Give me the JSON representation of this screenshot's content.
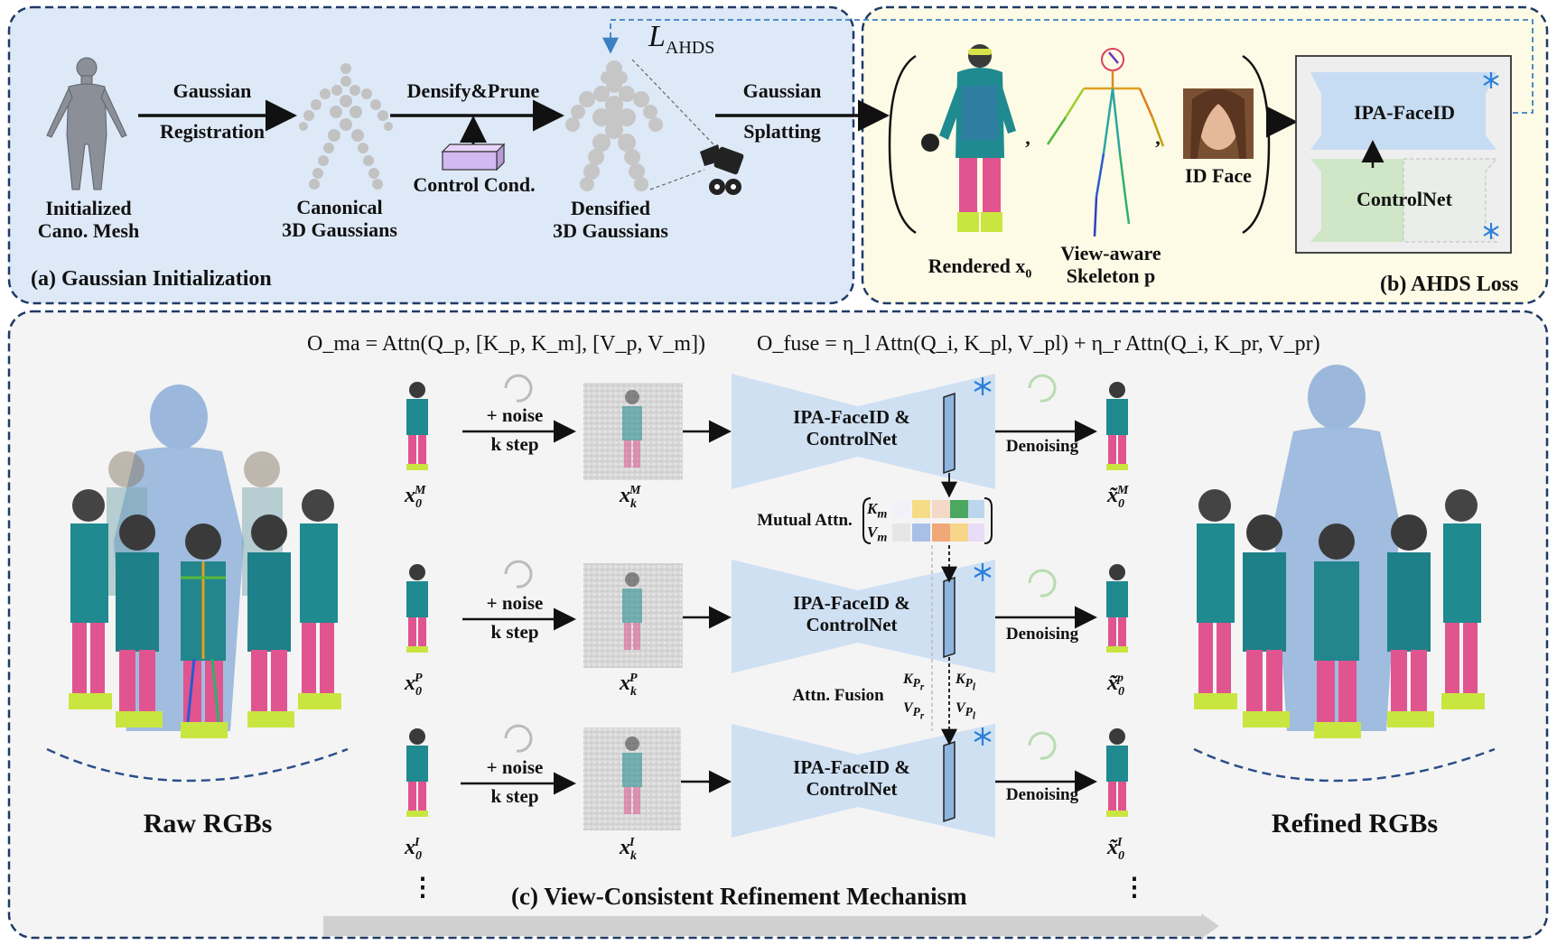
{
  "panel_a": {
    "title": "(a) Gaussian Initialization",
    "mesh_label_1": "Initialized",
    "mesh_label_2": "Cano. Mesh",
    "arrow1_top": "Gaussian",
    "arrow1_bottom": "Registration",
    "canonical_label_1": "Canonical",
    "canonical_label_2": "3D Gaussians",
    "arrow2_top": "Densify&Prune",
    "control_label": "Control Cond.",
    "densified_label_1": "Densified",
    "densified_label_2": "3D Gaussians",
    "loss_symbol": "L",
    "loss_subscript": "AHDS",
    "arrow3_top": "Gaussian",
    "arrow3_bottom": "Splatting"
  },
  "panel_b": {
    "title": "(b) AHDS Loss",
    "rendered_label": "Rendered x",
    "rendered_sub": "0",
    "skeleton_label_1": "View-aware",
    "skeleton_label_2": "Skeleton p",
    "id_face_label": "ID Face",
    "ipa_label": "IPA-FaceID",
    "controlnet_label": "ControlNet",
    "comma": ","
  },
  "panel_c": {
    "title": "(c) View-Consistent Refinement Mechanism",
    "formula_ma": "O_ma = Attn(Q_p, [K_p, K_m], [V_p, V_m])",
    "formula_fuse": "O_fuse = η_l Attn(Q_i, K_pl, V_pl) + η_r Attn(Q_i, K_pr, V_pr)",
    "raw_label": "Raw RGBs",
    "refined_label": "Refined RGBs",
    "noise_label": "+ noise",
    "step_label": "k step",
    "denoise_label": "Denoising",
    "unet_label_1": "IPA-FaceID &",
    "unet_label_2": "ControlNet",
    "mutual_attn": "Mutual Attn.",
    "attn_fusion": "Attn. Fusion",
    "km": "K",
    "km_sub": "m",
    "vm": "V",
    "vm_sub": "m",
    "kpr": "K",
    "kpl": "K",
    "vpr": "V",
    "vpl": "V",
    "ellipsis": "⋮",
    "rows": [
      {
        "x0": "x",
        "sup": "M",
        "xk": "x",
        "xt": "x̃"
      },
      {
        "x0": "x",
        "sup": "P",
        "xk": "x",
        "xt": "x̃",
        "sup_t": "p"
      },
      {
        "x0": "x",
        "sup": "I",
        "xk": "x",
        "xt": "x̃"
      }
    ]
  },
  "colors": {
    "panel_a_bg": "#dde9f7",
    "panel_b_bg": "#fdfbe6",
    "panel_c_bg": "#f4f4f4",
    "border": "#1f3a66",
    "unet_blue": "#c6dcf2",
    "controlnet_green": "#cfe6c7",
    "snow": "#2a7fd8"
  }
}
